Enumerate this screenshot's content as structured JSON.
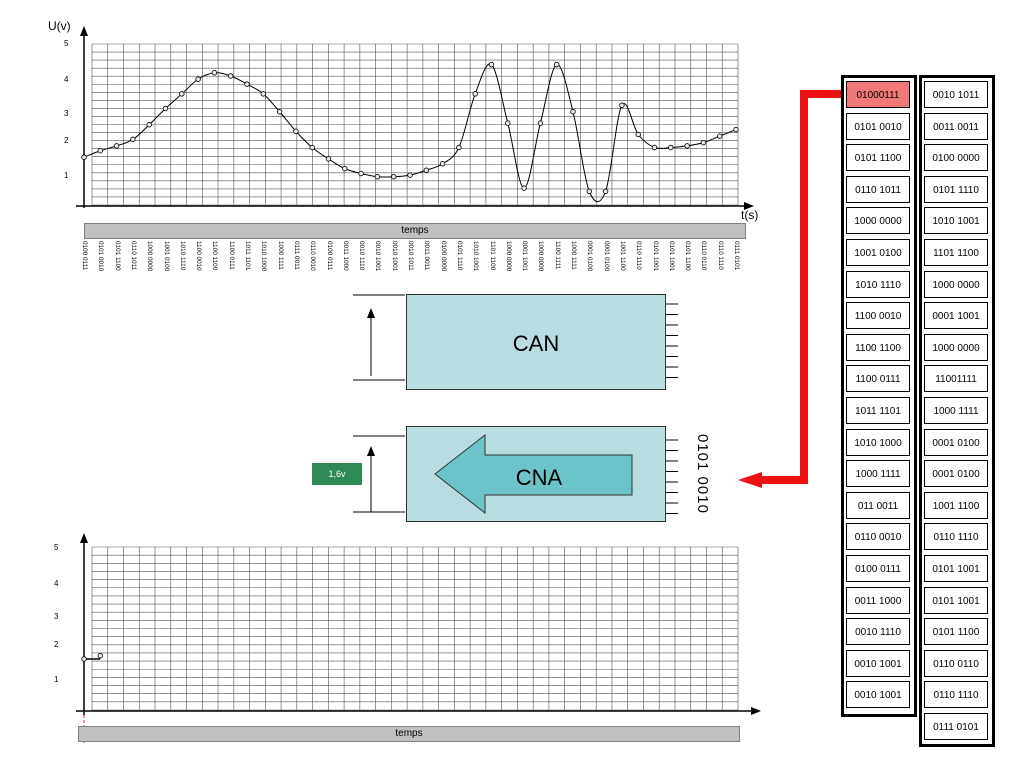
{
  "top_graph": {
    "y_axis_label": "U(v)",
    "x_axis_label": "t(s)",
    "y_ticks": [
      "5",
      "4",
      "3",
      "2",
      "1"
    ],
    "time_bar_label": "temps"
  },
  "bottom_graph": {
    "y_ticks": [
      "5",
      "4",
      "3",
      "2",
      "1"
    ],
    "time_bar_label": "temps"
  },
  "sample_codes": [
    "0100 0111",
    "0101 0010",
    "0101 1100",
    "0110 1011",
    "1000 0000",
    "1001 0100",
    "1010 1110",
    "1100 0010",
    "1100 1100",
    "1100 0111",
    "1011 1101",
    "1010 1000",
    "1000 1111",
    "0111 0011",
    "0110 0010",
    "0100 0111",
    "0011 1000",
    "0010 1110",
    "0010 1001",
    "0010 1001",
    "0010 1011",
    "0011 0011",
    "0100 0000",
    "0101 1110",
    "1010 1001",
    "1101 1100",
    "1000 0000",
    "0001 1001",
    "1000 0000",
    "1100 1111",
    "1000 1111",
    "0001 0100",
    "0001 0100",
    "1001 1100",
    "0110 1110",
    "0101 1001",
    "0101 1001",
    "0101 1100",
    "0110 0110",
    "0110 1110",
    "0111 0101"
  ],
  "can_box": {
    "label": "CAN"
  },
  "cna_box": {
    "label": "CNA",
    "input_code": "0101 0010",
    "output_voltage": "1,6v"
  },
  "code_table_1": [
    "01000111",
    "0101 0010",
    "0101 1100",
    "0110 1011",
    "1000 0000",
    "1001 0100",
    "1010 1110",
    "1100 0010",
    "1100 1100",
    "1100 0111",
    "1011 1101",
    "1010 1000",
    "1000 1111",
    "011 0011",
    "0110 0010",
    "0100 0111",
    "0011 1000",
    "0010 1110",
    "0010 1001",
    "0010 1001"
  ],
  "code_table_2": [
    "0010 1011",
    "0011 0011",
    "0100 0000",
    "0101 1110",
    "1010 1001",
    "1101 1100",
    "1000 0000",
    "0001 1001",
    "1000 0000",
    "11001111",
    "1000 1111",
    "0001 0100",
    "0001 0100",
    "1001 1100",
    "0110 1110",
    "0101 1001",
    "0101 1001",
    "0101 1100",
    "0110 0110",
    "0110 1110",
    "0111 0101"
  ],
  "highlighted_code_index": 0,
  "signal_samples_volts": [
    1.5,
    1.7,
    1.85,
    2.05,
    2.5,
    3.0,
    3.45,
    3.9,
    4.1,
    4.0,
    3.75,
    3.45,
    2.9,
    2.3,
    1.8,
    1.45,
    1.15,
    1.0,
    0.9,
    0.9,
    0.95,
    1.1,
    1.3,
    1.8,
    3.45,
    4.35,
    2.55,
    0.55,
    2.55,
    4.35,
    2.9,
    0.45,
    0.45,
    3.1,
    2.2,
    1.8,
    1.8,
    1.85,
    1.95,
    2.15,
    2.35
  ],
  "reconstructed_samples_volts": [
    1.6,
    1.7
  ],
  "colors": {
    "arrow_red": "#ee1111",
    "box_fill": "#b7dde0",
    "cna_arrow_fill": "#6cc4c8",
    "voltage_badge": "#2e8b57",
    "highlight_cell": "#f07878"
  }
}
